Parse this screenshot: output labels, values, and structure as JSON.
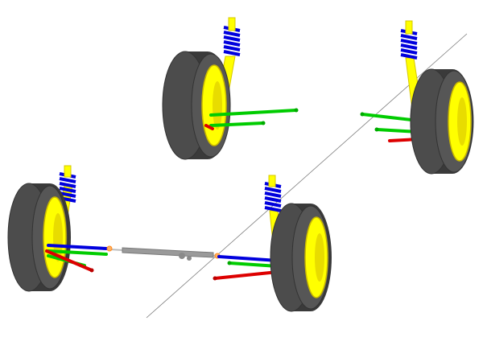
{
  "view": {
    "background": "#ffffff",
    "colors": {
      "tire": "#4a4a4a",
      "tire_side": "#2e2e2e",
      "tire_face": "#565656",
      "rim": "#ffff00",
      "rim_shade": "#c9b800",
      "strut": "#ffff00",
      "spring": "#0000dd",
      "upper_arm": "#0000dd",
      "lower_arm": "#00cc00",
      "tie_rod": "#dd0000",
      "steering_rack": "#9a9a9a",
      "joint": "#ff9a30",
      "ground_line": "#7a7a7a"
    }
  },
  "components": [
    {
      "name": "wheel-rear-left",
      "kind": "wheel"
    },
    {
      "name": "wheel-rear-right",
      "kind": "wheel"
    },
    {
      "name": "wheel-front-left",
      "kind": "wheel"
    },
    {
      "name": "wheel-front-right",
      "kind": "wheel"
    },
    {
      "name": "steering-rack",
      "kind": "rack"
    },
    {
      "name": "ground-reference-line",
      "kind": "line"
    }
  ]
}
